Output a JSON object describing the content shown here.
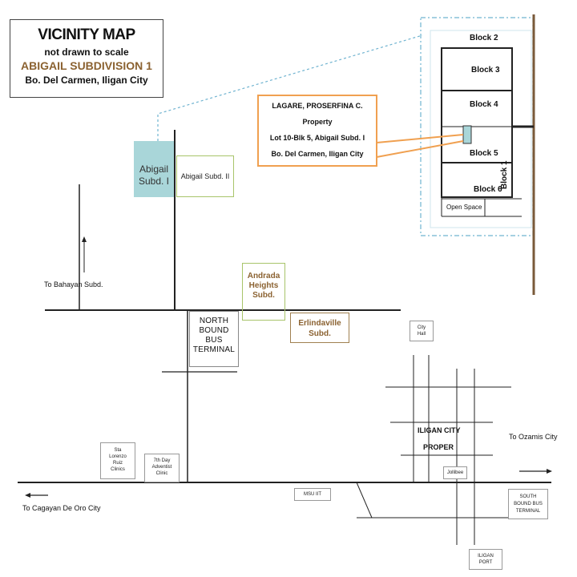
{
  "title": {
    "heading": "VICINITY MAP",
    "note": "not drawn to scale",
    "subdivision": "ABIGAIL SUBDIVISION 1",
    "location": "Bo. Del Carmen, Iligan City"
  },
  "owner": {
    "name": "LAGARE, PROSERFINA C.",
    "line2": "Property",
    "lot": "Lot 10-Blk 5, Abigail Subd. I",
    "address": "Bo. Del Carmen, Iligan City"
  },
  "places": {
    "abigail1_a": "Abigail",
    "abigail1_b": "Subd. I",
    "abigail2": "Abigail Subd. II",
    "bahayan": "To Bahayan Subd.",
    "andrada_a": "Andrada",
    "andrada_b": "Heights",
    "andrada_c": "Subd.",
    "erlinda_a": "Erlindaville",
    "erlinda_b": "Subd.",
    "north_a": "NORTH",
    "north_b": "BOUND",
    "north_c": "BUS",
    "north_d": "TERMINAL",
    "cityhall_a": "City",
    "cityhall_b": "Hall",
    "iligan_a": "ILIGAN CITY",
    "iligan_b": "PROPER",
    "ozamis": "To Ozamis City",
    "cagayan": "To Cagayan De Oro City",
    "jollibee": "Jollibee",
    "msuiit": "MSU IIT",
    "southbus_a": "SOUTH",
    "southbus_b": "BOUND BUS",
    "southbus_c": "TERMINAL",
    "port_a": "ILIGAN",
    "port_b": "PORT",
    "clinic_a": "Sta",
    "clinic_b": "Lorenzo",
    "clinic_c": "Ruiz",
    "clinic_d": "Clinics",
    "adv_a": "7th Day",
    "adv_b": "Adventist",
    "adv_c": "Clinic"
  },
  "inset": {
    "blocks": [
      "Block 2",
      "Block 3",
      "Block 4",
      "Block 5",
      "Block 6"
    ],
    "block1": "Block 1",
    "open_space": "Open Space"
  },
  "colors": {
    "accent_brown": "#8b6231",
    "orange": "#f0a050",
    "teal": "#a9d6d9",
    "green": "#a8c46a",
    "dashed": "#6fb3d0",
    "road": "#222222"
  }
}
